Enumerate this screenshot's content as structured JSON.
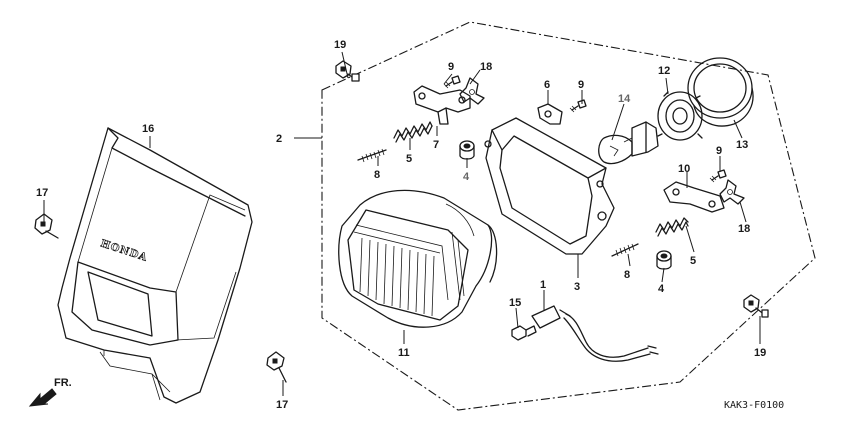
{
  "drawing_code": "KAK3-F0100",
  "direction_label": "FR.",
  "brand_text": "HONDA",
  "callouts": {
    "c1": "1",
    "c2": "2",
    "c3": "3",
    "c4a": "4",
    "c4b": "4",
    "c5a": "5",
    "c5b": "5",
    "c6": "6",
    "c7": "7",
    "c8a": "8",
    "c8b": "8",
    "c9a": "9",
    "c9b": "9",
    "c9c": "9",
    "c10": "10",
    "c11": "11",
    "c12": "12",
    "c13": "13",
    "c14": "14",
    "c15": "15",
    "c16": "16",
    "c17a": "17",
    "c17b": "17",
    "c18a": "18",
    "c18b": "18",
    "c19a": "19",
    "c19b": "19"
  }
}
